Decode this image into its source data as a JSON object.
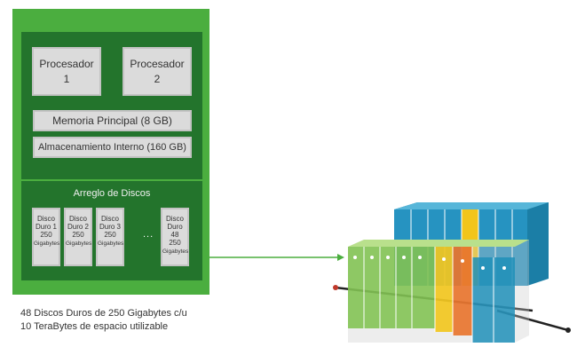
{
  "server": {
    "processors": [
      "Procesador\n1",
      "Procesador\n2"
    ],
    "memory": "Memoria Principal (8 GB)",
    "storage": "Almacenamiento Interno (160 GB)"
  },
  "array": {
    "title": "Arreglo de Discos",
    "disks": [
      "Disco\nDuro 1\n250",
      "Disco\nDuro 2\n250",
      "Disco\nDuro 3\n250",
      "Disco\nDuro 48\n250"
    ],
    "disk_unit": "Gigabytes",
    "ellipsis": "..."
  },
  "caption": {
    "line1": "48 Discos Duros de 250 Gigabytes c/u",
    "line2": "10 TeraBytes de espacio utilizable"
  },
  "colors": {
    "server_green": "#4bae3f",
    "inner_green": "#23742c",
    "arrow_green": "#4bae3f",
    "rack_green": "#7dc14b",
    "rack_yellow": "#f2c51b",
    "rack_orange": "#e8722a",
    "rack_blue": "#1f8fb8"
  }
}
